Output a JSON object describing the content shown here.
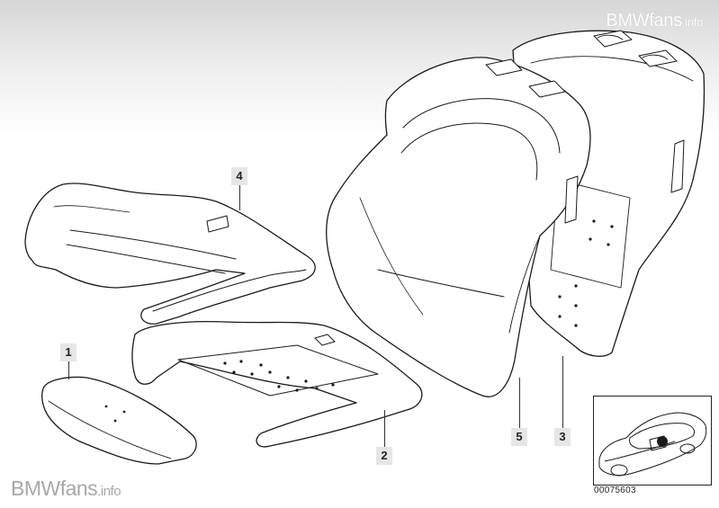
{
  "watermark_top": {
    "brand": "BMWfans",
    "suffix": ".info"
  },
  "watermark_bottom": {
    "brand": "BMWfans",
    "suffix": ".info"
  },
  "callouts": {
    "c1": "1",
    "c2": "2",
    "c3": "3",
    "c4": "4",
    "c5": "5"
  },
  "diagram_number": "00075603",
  "colors": {
    "line": "#1a1a1a",
    "callout_bg": "#e6e6e6",
    "fade_top": "#d6d6d6"
  }
}
